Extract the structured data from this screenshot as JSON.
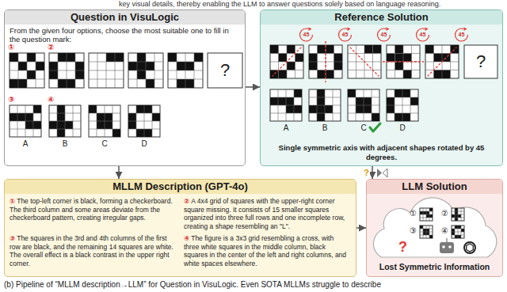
{
  "diagram": {
    "caption": "(b) Pipeline of “MLLM description→LLM” for Question in VisuLogic. Even SOTA MLLMs struggle to describe",
    "nodes": [
      {
        "text": [
          "Question in VisuLogic",
          "From the given four options, choose the most suitable one to fill in the question mark:"
        ]
      },
      {
        "text": [
          "Reference Solution",
          "Single symmetric axis with adjacent shapes rotated by 45 degrees."
        ]
      },
      {
        "text": [
          "MLLM Description (GPT-4o)",
          "The top-left corner is black, forming a checkerboard. The third column and some areas deviate from the checkerboard pattern, creating irregular gaps.",
          "A 4x4 grid of squares with the upper-right corner square missing. It consists of 15 smaller squares organized into three full rows and one incomplete row, creating a shape resembling an \"L\".",
          "The squares in the 3rd and 4th columns of the first row are black, and the remaining 14 squares are white. The overall effect is a black contrast in the upper right corner.",
          "The figure is a 3x3 grid resembling a cross, with three white squares in the middle column, black squares in the center of the left and right columns, and white spaces elsewhere."
        ]
      },
      {
        "text": [
          "LLM Solution",
          "Lost Symmetric Information"
        ]
      }
    ],
    "edges": [
      {
        "from": 0,
        "to": 1,
        "arrow": "to"
      },
      {
        "from": 0,
        "to": 2,
        "arrow": "to"
      },
      {
        "from": 2,
        "to": 3,
        "arrow": "to"
      },
      {
        "from": 1,
        "to": 3,
        "arrow": "to",
        "label": "?"
      }
    ],
    "labels": [
      "key visual details, thereby enabling the LLM to answer questions solely based on language reasoning.",
      "①",
      "②",
      "③",
      "④",
      "?",
      "A",
      "B",
      "C",
      "D",
      "45",
      "45",
      "45",
      "45",
      "45",
      "?",
      "A",
      "B",
      "C",
      "D",
      "①",
      "②",
      "③",
      "④",
      "①",
      "②",
      "③",
      "④",
      "?"
    ]
  }
}
